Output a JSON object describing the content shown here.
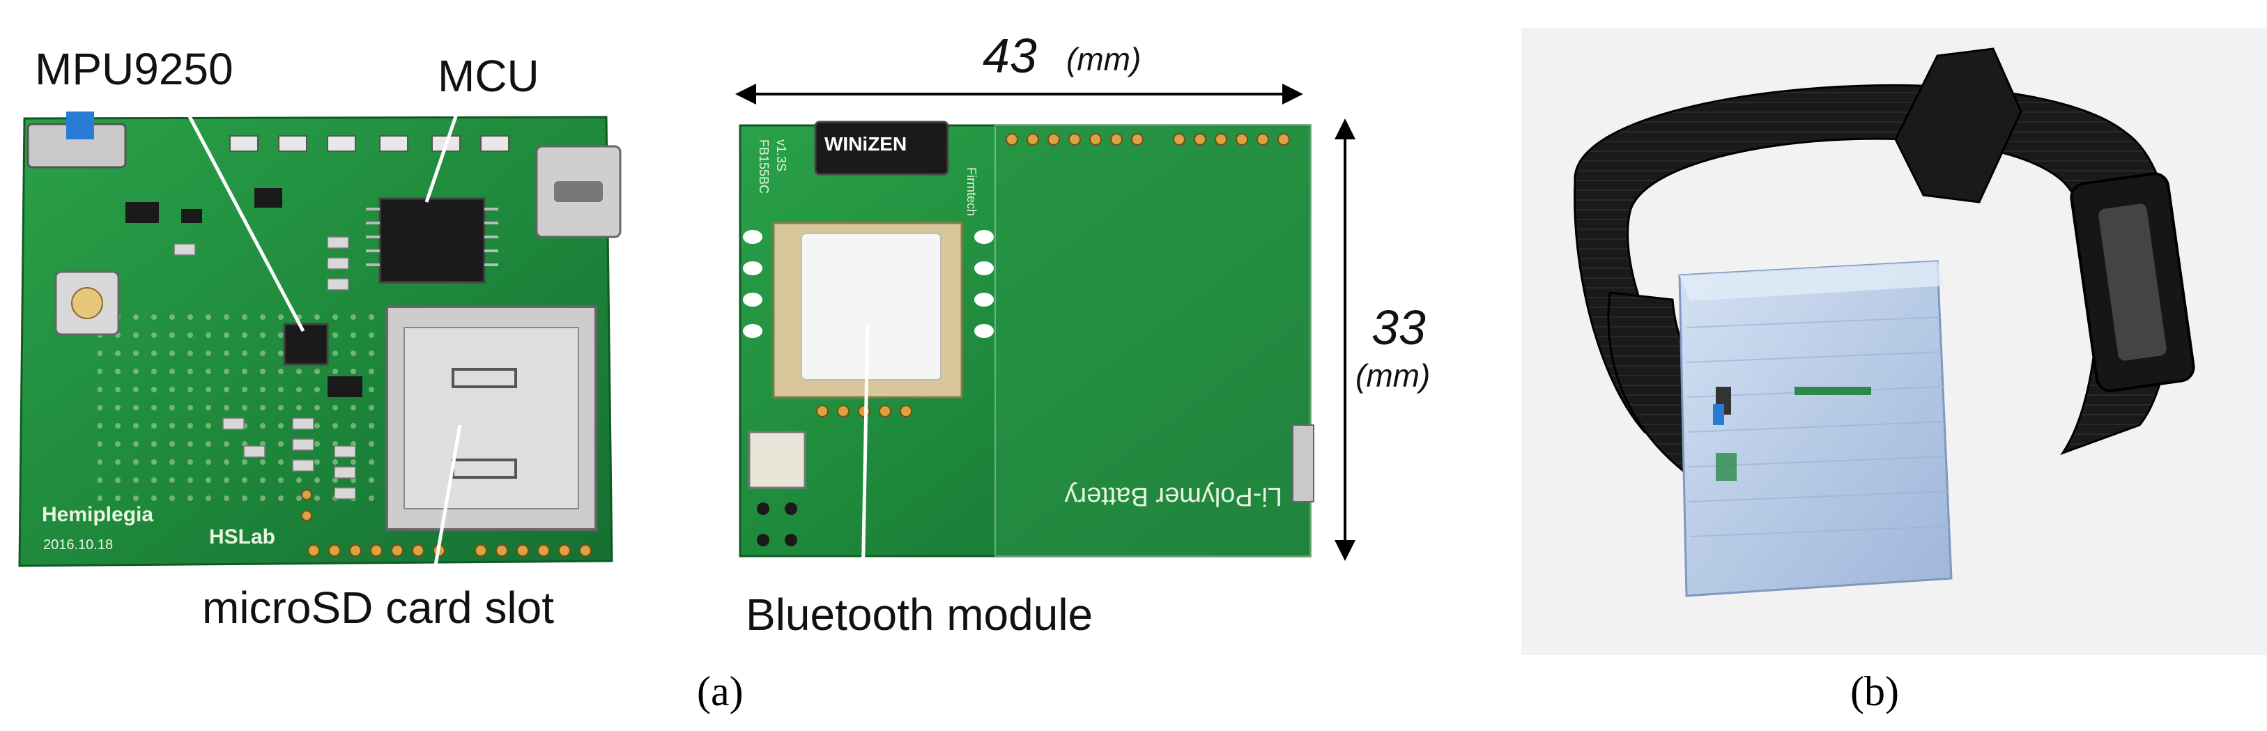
{
  "panel_a": {
    "labels": {
      "mpu": "MPU9250",
      "mcu": "MCU",
      "sd": "microSD card slot",
      "bt": "Bluetooth module",
      "board_name": "Hemiplegia",
      "board_date": "2016.10.18",
      "lab": "HSLab",
      "wifi_brand": "WINiZEN",
      "battery": "Li-Polymer Battery",
      "model": "FB155BC",
      "version": "v1.3S",
      "maker": "Firmtech"
    },
    "dims": {
      "width_value": "43",
      "width_unit": "(mm)",
      "height_value": "33",
      "height_unit": "(mm)"
    },
    "caption": "(a)"
  },
  "panel_b": {
    "caption": "(b)"
  },
  "colors": {
    "pcb_green": "#1f8a3c",
    "pcb_dark": "#136b2b",
    "case_blue": "#b9cde8",
    "strap": "#1c1c1c"
  }
}
